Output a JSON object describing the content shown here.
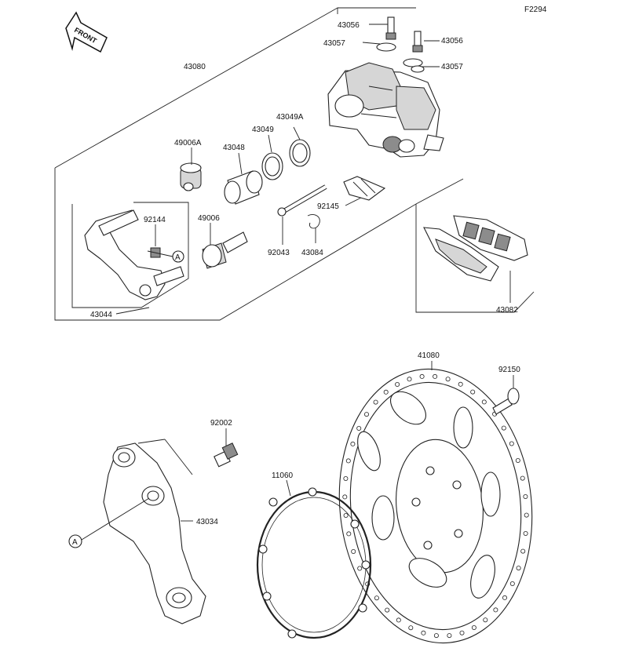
{
  "code": "F2294",
  "front_label": "FRONT",
  "callout_marker": "A",
  "parts": {
    "p43080": "43080",
    "p43056a": "43056",
    "p43056b": "43056",
    "p43057a": "43057",
    "p43057b": "43057",
    "p43049a": "43049A",
    "p43049": "43049",
    "p43048": "43048",
    "p49006a": "49006A",
    "p92144": "92144",
    "p49006": "49006",
    "p92145": "92145",
    "p92043": "92043",
    "p43084": "43084",
    "p43044": "43044",
    "p43082": "43082",
    "p41080": "41080",
    "p92150": "92150",
    "p92002": "92002",
    "p11060": "11060",
    "p43034": "43034"
  }
}
